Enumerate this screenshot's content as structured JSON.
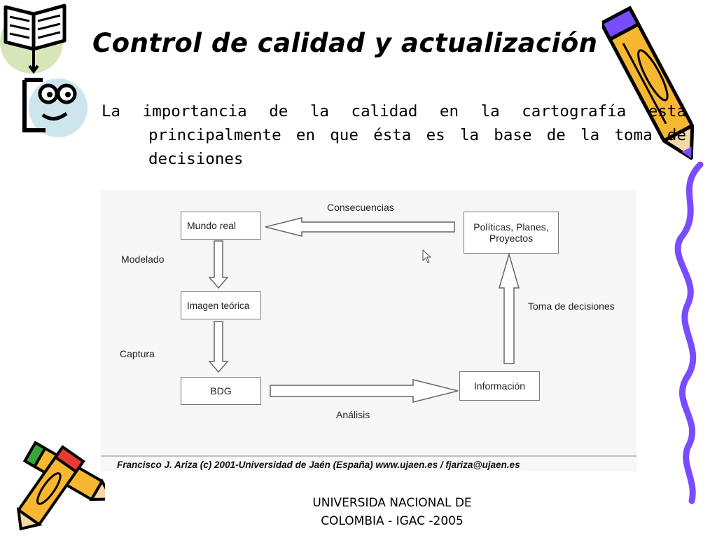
{
  "title": "Control de calidad y actualización",
  "bullet_text": "La importancia de la calidad en la cartografía está principalmente en que ésta es la base de la toma de decisiones",
  "diagram": {
    "nodes": {
      "mundo_real": "Mundo real",
      "imagen_teorica": "Imagen teórica",
      "bdg": "BDG",
      "informacion": "Información",
      "politicas": "Políticas, Planes, Proyectos"
    },
    "labels": {
      "consecuencias": "Consecuencias",
      "modelado": "Modelado",
      "captura": "Captura",
      "analisis": "Análisis",
      "toma_decisiones": "Toma de decisiones"
    },
    "credit": "Francisco J. Ariza (c) 2001-Universidad de Jaén (España) www.ujaen.es / fjariza@ujaen.es"
  },
  "footer": {
    "line1": "UNIVERSIDA NACIONAL DE",
    "line2": "COLOMBIA - IGAC -2005"
  },
  "colors": {
    "pencil_yellow": "#f7b731",
    "pencil_purple": "#7a4cff",
    "accent_red": "#e83a2f",
    "accent_green": "#3aa33a",
    "book_circle": "#d7e6b8",
    "face_circle": "#cde6ee"
  },
  "icons": [
    "book-icon",
    "thinking-face-icon",
    "pencil-icon",
    "pencils-icon",
    "purple-stroke-icon"
  ]
}
